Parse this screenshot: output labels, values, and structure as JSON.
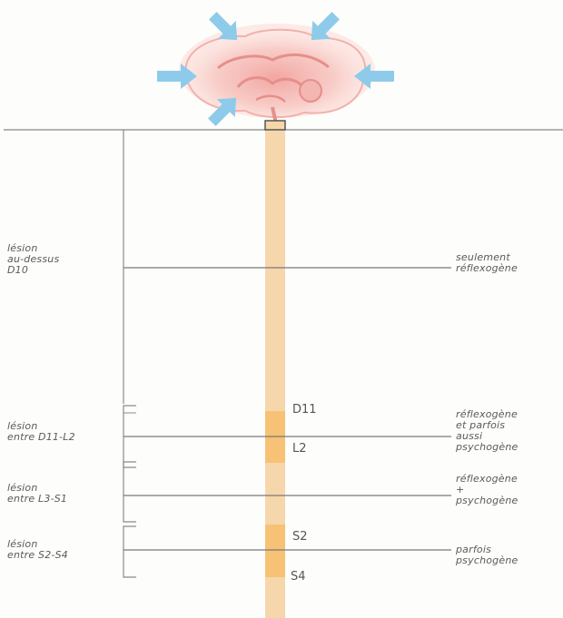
{
  "colors": {
    "spine": "#f6d7ab",
    "segment_highlight": "#f7c275",
    "arrow": "#8ecbea",
    "line": "#8a8a8a",
    "text": "#5a5a5a"
  },
  "icons": {
    "brain": "brain-icon",
    "arrows": "arrow-icon"
  },
  "left_labels": [
    {
      "lines": [
        "lésion",
        "au-dessus",
        "D10"
      ]
    },
    {
      "lines": [
        "lésion",
        "entre D11-L2"
      ]
    },
    {
      "lines": [
        "lésion",
        "entre L3-S1"
      ]
    },
    {
      "lines": [
        "lésion",
        "entre S2-S4"
      ]
    }
  ],
  "right_labels": [
    {
      "lines": [
        "seulement",
        "réflexogène"
      ]
    },
    {
      "lines": [
        "réflexogène",
        "et parfois",
        "aussi",
        "psychogène"
      ]
    },
    {
      "lines": [
        "réflexogène",
        "+",
        "psychogène"
      ]
    },
    {
      "lines": [
        "parfois",
        "psychogène"
      ]
    }
  ],
  "segments": {
    "d11": "D11",
    "l2": "L2",
    "s2": "S2",
    "s4": "S4"
  }
}
